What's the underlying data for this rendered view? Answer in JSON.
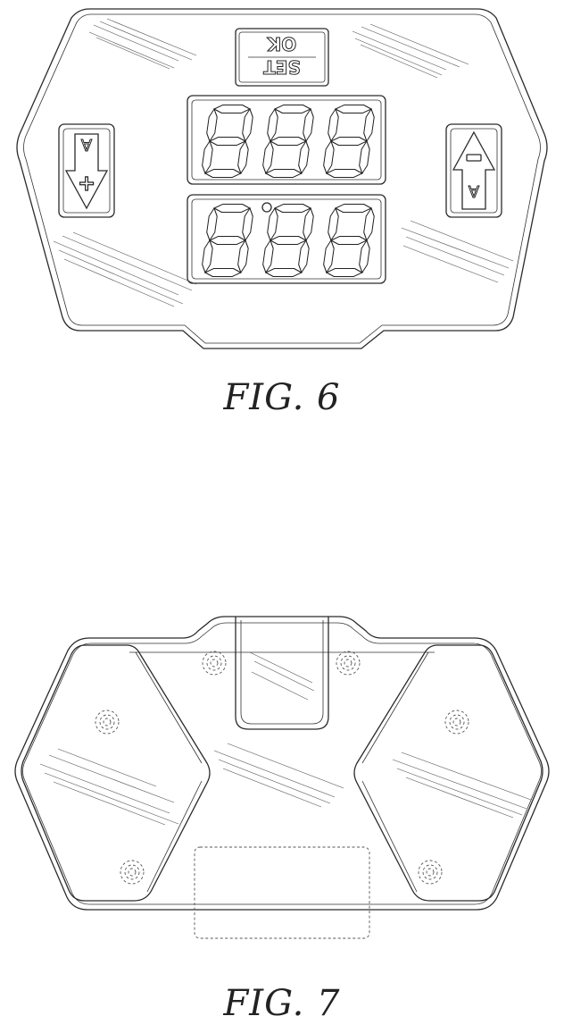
{
  "fig6": {
    "caption": "FIG. 6",
    "set_ok_label": {
      "set": "SET",
      "ok": "OK"
    },
    "left_button": {
      "letter": "A",
      "symbol": "+",
      "icon": "arrow-down-plus-icon"
    },
    "right_button": {
      "letter": "A",
      "symbol": "−",
      "icon": "arrow-up-minus-icon"
    },
    "displays": [
      {
        "name": "upper-seven-segment-display",
        "digits": 3,
        "segments": "all"
      },
      {
        "name": "lower-seven-segment-display",
        "digits": 3,
        "segments": "all"
      }
    ],
    "indicator": "led-dot-icon"
  },
  "fig7": {
    "caption": "FIG. 7",
    "features": [
      "left-pedal",
      "right-pedal",
      "center-panel",
      "top-tab",
      "label-recess",
      "screw-holes"
    ],
    "icon": "screw-hole-icon"
  }
}
